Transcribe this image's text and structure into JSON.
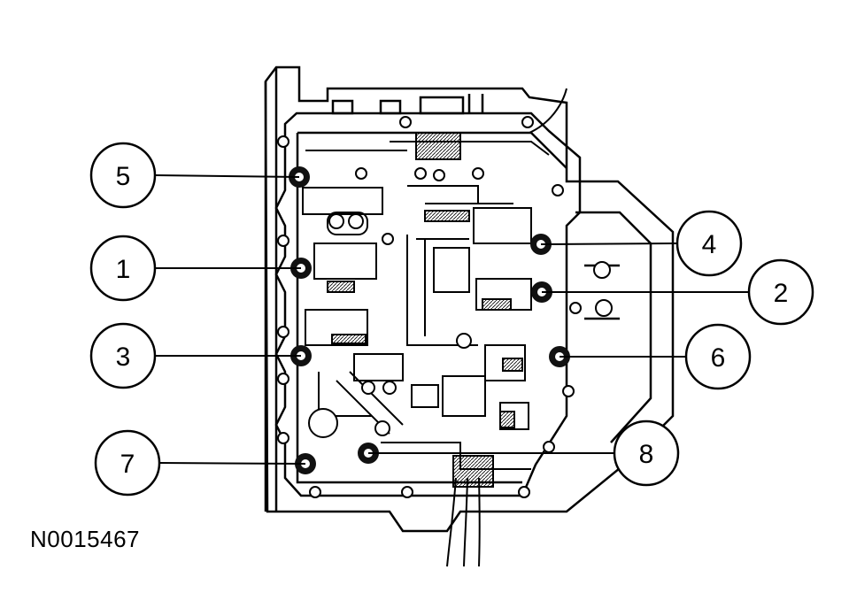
{
  "figure_id": "N0015467",
  "callouts": [
    {
      "label": "5"
    },
    {
      "label": "1"
    },
    {
      "label": "3"
    },
    {
      "label": "7"
    },
    {
      "label": "4"
    },
    {
      "label": "2"
    },
    {
      "label": "6"
    },
    {
      "label": "8"
    }
  ]
}
